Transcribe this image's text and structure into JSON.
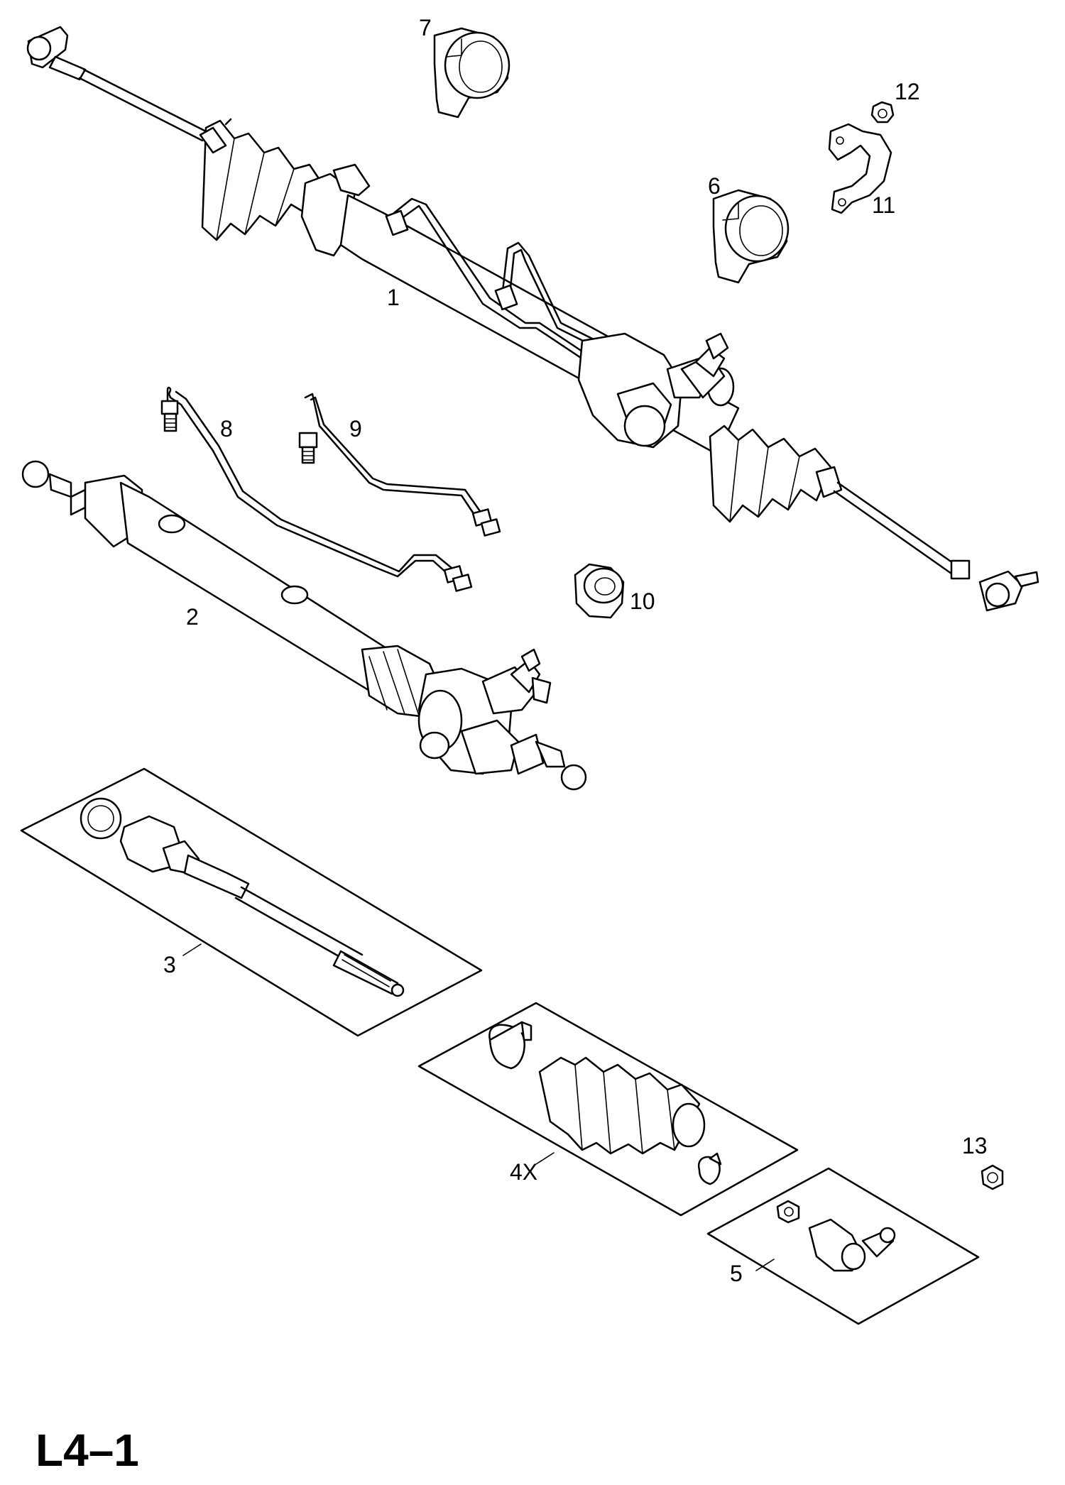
{
  "diagram": {
    "page_code": "L4–1",
    "callouts": {
      "c1": "1",
      "c2": "2",
      "c3": "3",
      "c4": "4X",
      "c5": "5",
      "c6": "6",
      "c7": "7",
      "c8": "8",
      "c9": "9",
      "c10": "10",
      "c11": "11",
      "c12": "12",
      "c13": "13"
    }
  }
}
